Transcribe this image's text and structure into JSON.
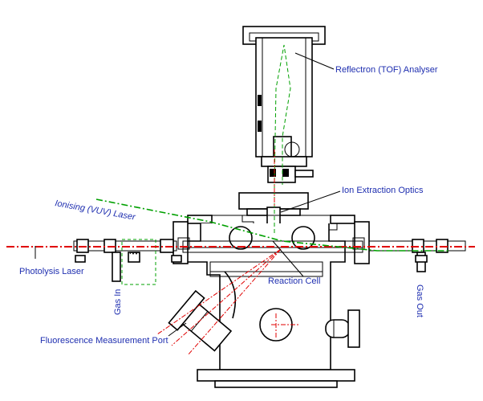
{
  "labels": {
    "reflectron": "Reflectron (TOF) Analyser",
    "ion_optics": "Ion Extraction Optics",
    "ionising_laser": "Ionising (VUV) Laser",
    "photolysis_laser": "Photolysis Laser",
    "reaction_cell": "Reaction Cell",
    "gas_in": "Gas In",
    "gas_out": "Gas Out",
    "fluorescence_port": "Fluorescence Measurement Port"
  },
  "colors": {
    "ink": "#000000",
    "label": "#1f2fb0",
    "photolysis_beam": "#e00000",
    "ionising_beam": "#00a000",
    "ion_path": "#00a000"
  }
}
